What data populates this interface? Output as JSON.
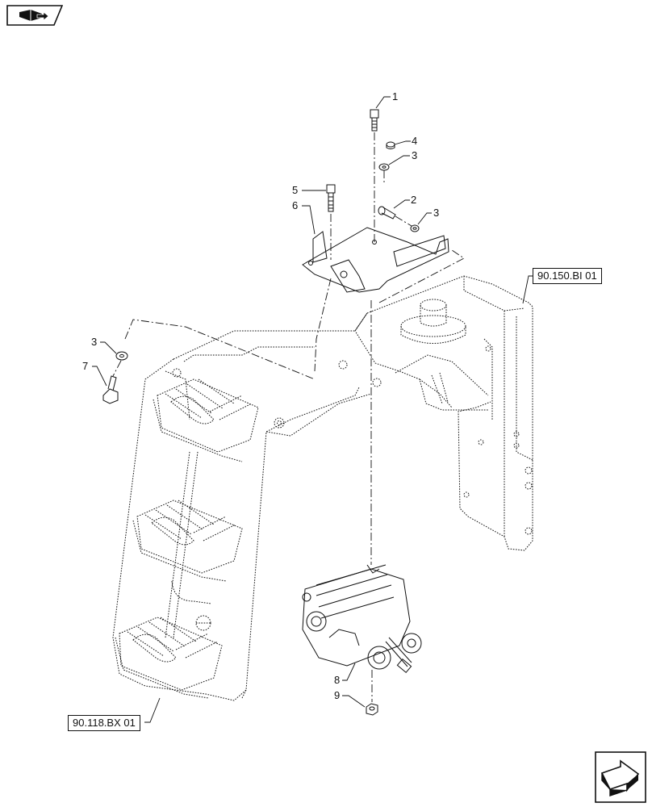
{
  "callouts": {
    "c1": "1",
    "c2": "2",
    "c3a": "3",
    "c3b": "3",
    "c3c": "3",
    "c4": "4",
    "c5": "5",
    "c6": "6",
    "c7": "7",
    "c8": "8",
    "c9": "9"
  },
  "references": {
    "frame": "90.150.BI 01",
    "steps": "90.118.BX 01"
  },
  "icons": {
    "top_left": "view-orientation-icon",
    "bottom_right": "next-page-arrow-icon"
  }
}
